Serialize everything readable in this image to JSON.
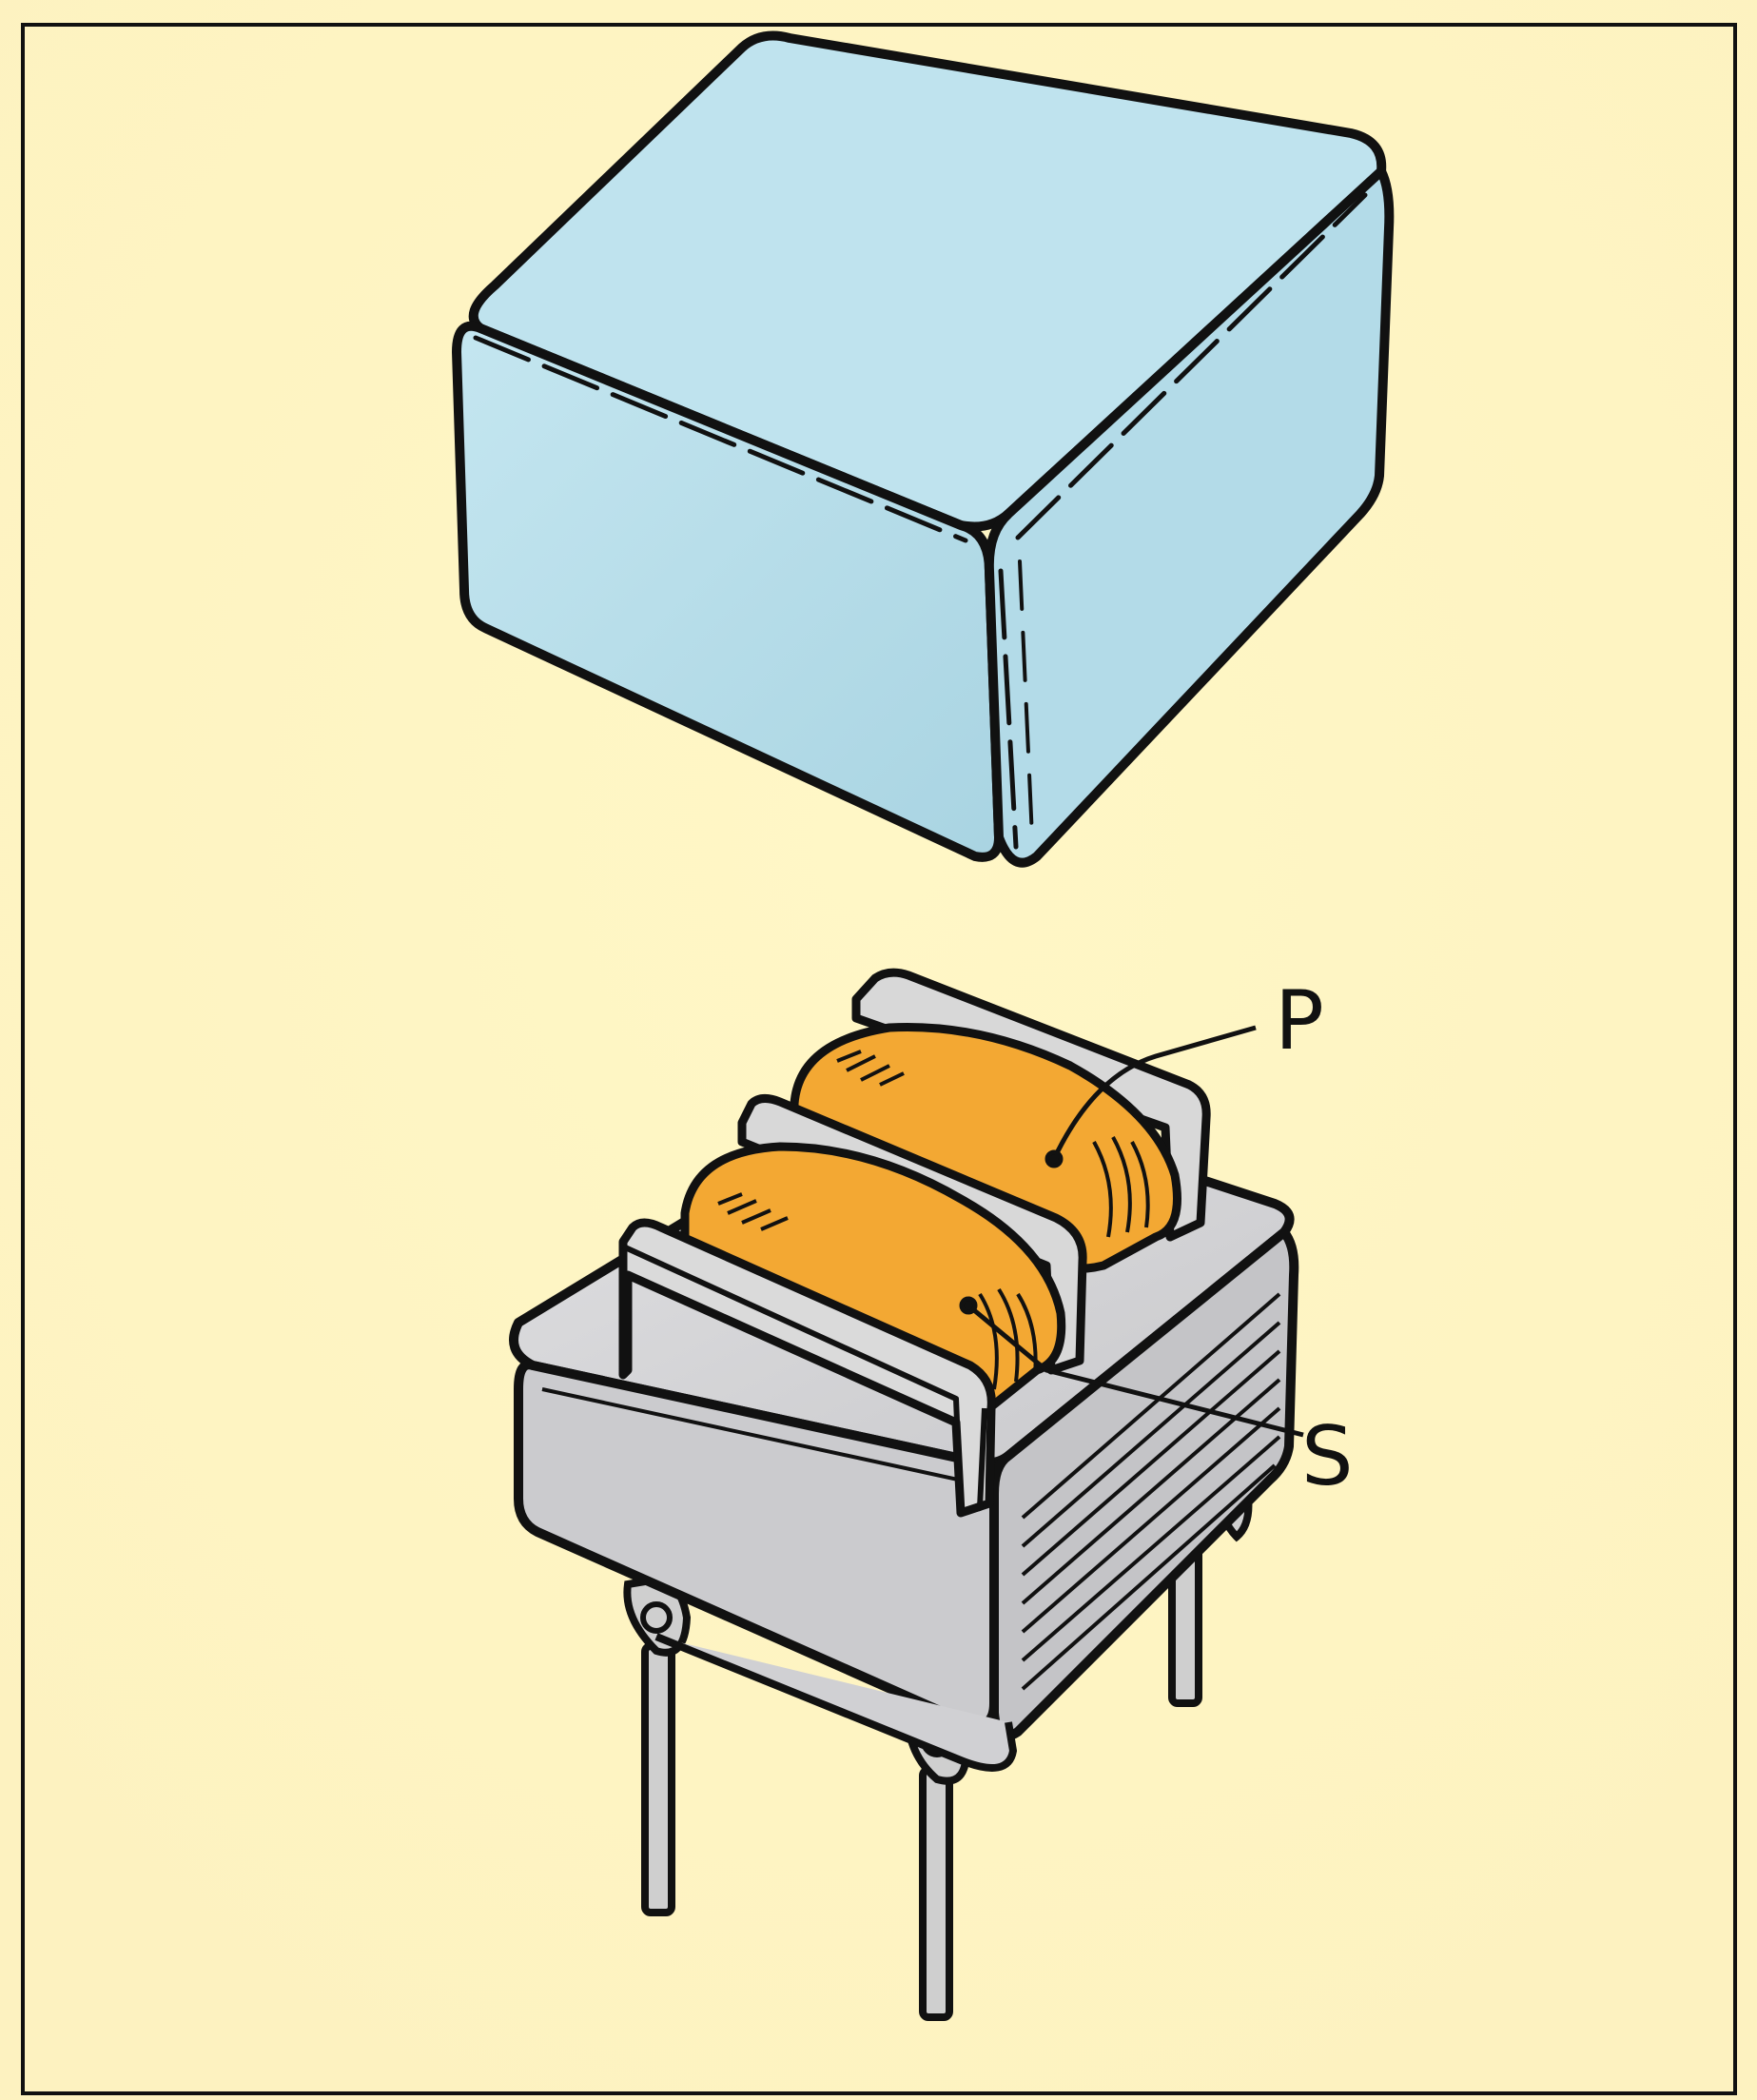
{
  "labels": {
    "primary": "P",
    "secondary": "S"
  },
  "colors": {
    "background": "#fdf4c4",
    "frame": "#111111",
    "shield_cover": "#b8dde8",
    "core_body": "#d2d2d4",
    "coil_winding": "#f3a833",
    "bobbin": "#d8d8d8",
    "pins": "#cfcfcf"
  },
  "parts": [
    "shield-cover",
    "laminated-core",
    "primary-coil",
    "secondary-coil",
    "bobbin",
    "mounting-pins"
  ]
}
